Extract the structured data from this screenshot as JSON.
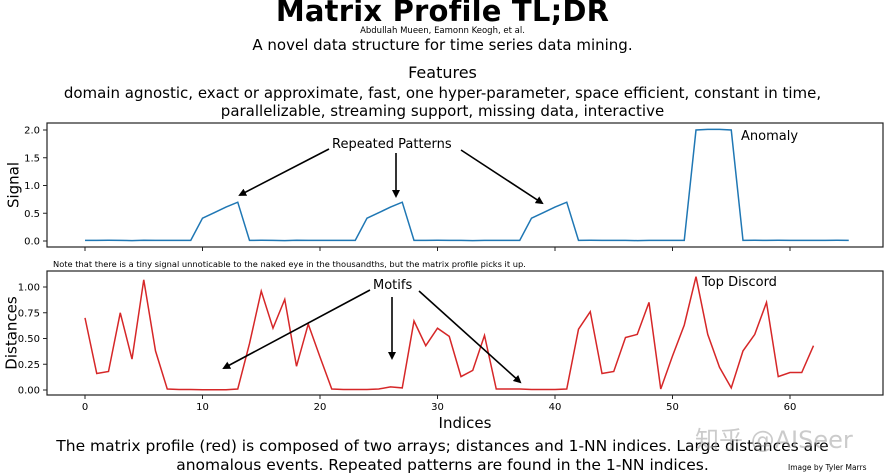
{
  "header": {
    "title": "Matrix Profile TL;DR",
    "authors": "Abdullah Mueen, Eamonn Keogh, et al.",
    "subtitle": "A novel data structure for time series data mining.",
    "features_heading": "Features",
    "features_line1": "domain agnostic, exact or approximate, fast, one hyper-parameter, space efficient, constant in time,",
    "features_line2": "parallelizable, streaming support, missing data, interactive"
  },
  "footer": {
    "caption_line1": "The matrix profile (red) is composed of two arrays; distances and 1-NN indices. Large distances are",
    "caption_line2": "anomalous events. Repeated patterns are found in the 1-NN indices.",
    "credit": "Image by Tyler Marrs",
    "watermark": "知乎 @AISeer"
  },
  "colors": {
    "signal": "#1f77b4",
    "distances": "#d62728",
    "annotation": "#000000"
  },
  "chart_data": [
    {
      "type": "line",
      "title": "",
      "xlabel": "",
      "ylabel": "Signal",
      "xlim": [
        -3.3,
        68.3
      ],
      "ylim": [
        -0.1,
        2.1
      ],
      "yticks": [
        "0.0",
        "0.5",
        "1.0",
        "1.5",
        "2.0"
      ],
      "xticks": [
        0,
        10,
        20,
        30,
        40,
        50,
        60
      ],
      "x": [
        0,
        1,
        2,
        3,
        4,
        5,
        6,
        7,
        8,
        9,
        10,
        11,
        12,
        13,
        14,
        15,
        16,
        17,
        18,
        19,
        20,
        21,
        22,
        23,
        24,
        25,
        26,
        27,
        28,
        29,
        30,
        31,
        32,
        33,
        34,
        35,
        36,
        37,
        38,
        39,
        40,
        41,
        42,
        43,
        44,
        45,
        46,
        47,
        48,
        49,
        50,
        51,
        52,
        53,
        54,
        55,
        56,
        57,
        58,
        59,
        60,
        61,
        62,
        63,
        64,
        65
      ],
      "series": [
        {
          "name": "Signal",
          "values": [
            0.01,
            0.01,
            0.012,
            0.01,
            0.008,
            0.012,
            0.01,
            0.01,
            0.01,
            0.01,
            0.41,
            0.51,
            0.61,
            0.7,
            0.01,
            0.012,
            0.01,
            0.008,
            0.012,
            0.01,
            0.01,
            0.01,
            0.01,
            0.01,
            0.41,
            0.51,
            0.61,
            0.7,
            0.01,
            0.01,
            0.012,
            0.01,
            0.01,
            0.008,
            0.01,
            0.01,
            0.01,
            0.01,
            0.41,
            0.51,
            0.61,
            0.7,
            0.01,
            0.012,
            0.01,
            0.01,
            0.01,
            0.008,
            0.01,
            0.01,
            0.01,
            0.01,
            2.0,
            2.01,
            2.01,
            2.0,
            0.01,
            0.012,
            0.01,
            0.012,
            0.01,
            0.01,
            0.01,
            0.01,
            0.012,
            0.01
          ]
        }
      ],
      "annotations": [
        {
          "text": "Repeated Patterns",
          "arrows_to_x": [
            13.3,
            26.7,
            40.3
          ]
        },
        {
          "text": "Anomaly"
        }
      ]
    },
    {
      "type": "line",
      "title": "Note that there is a tiny signal unnoticable to the naked eye in the thousandths, but the matrix profile picks it up.",
      "xlabel": "Indices",
      "ylabel": "Distances",
      "xlim": [
        -3.3,
        68.3
      ],
      "ylim": [
        -0.05,
        1.13
      ],
      "yticks": [
        "0.00",
        "0.25",
        "0.50",
        "0.75",
        "1.00"
      ],
      "xticks": [
        0,
        10,
        20,
        30,
        40,
        50,
        60
      ],
      "x": [
        0,
        1,
        2,
        3,
        4,
        5,
        6,
        7,
        8,
        9,
        10,
        11,
        12,
        13,
        14,
        15,
        16,
        17,
        18,
        19,
        20,
        21,
        22,
        23,
        24,
        25,
        26,
        27,
        28,
        29,
        30,
        31,
        32,
        33,
        34,
        35,
        36,
        37,
        38,
        39,
        40,
        41,
        42,
        43,
        44,
        45,
        46,
        47,
        48,
        49,
        50,
        51,
        52,
        53,
        54,
        55,
        56,
        57,
        58,
        59,
        60,
        61,
        62
      ],
      "series": [
        {
          "name": "Distances",
          "values": [
            0.7,
            0.16,
            0.18,
            0.75,
            0.3,
            1.07,
            0.38,
            0.01,
            0.005,
            0.005,
            0.003,
            0.003,
            0.003,
            0.01,
            0.45,
            0.96,
            0.6,
            0.88,
            0.23,
            0.64,
            0.32,
            0.01,
            0.005,
            0.005,
            0.005,
            0.01,
            0.03,
            0.02,
            0.67,
            0.43,
            0.6,
            0.52,
            0.13,
            0.19,
            0.53,
            0.01,
            0.01,
            0.01,
            0.005,
            0.005,
            0.005,
            0.01,
            0.59,
            0.76,
            0.16,
            0.18,
            0.51,
            0.54,
            0.85,
            0.01,
            0.33,
            0.63,
            1.1,
            0.54,
            0.22,
            0.02,
            0.38,
            0.54,
            0.85,
            0.13,
            0.17,
            0.17,
            0.43
          ]
        }
      ],
      "annotations": [
        {
          "text": "Motifs",
          "arrows_to_x": [
            11.6,
            26.3,
            37.3
          ]
        },
        {
          "text": "Top Discord"
        }
      ]
    }
  ]
}
